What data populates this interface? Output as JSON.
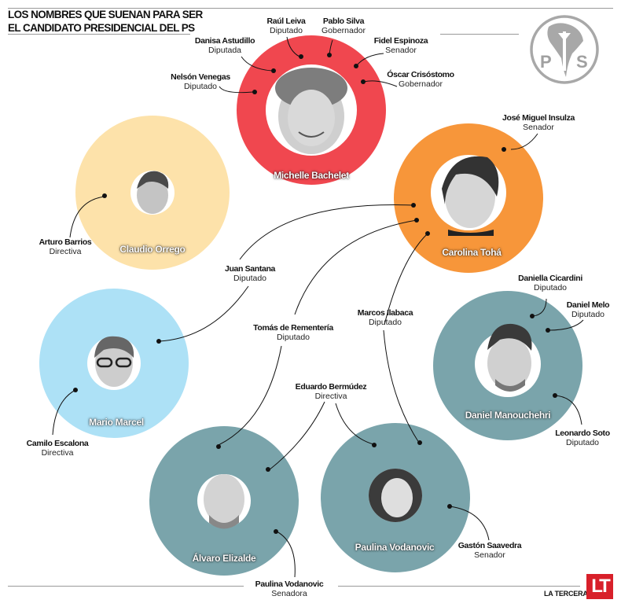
{
  "header": {
    "title_line1": "LOS NOMBRES QUE SUENAN PARA SER",
    "title_line2": "EL CANDIDATO PRESIDENCIAL DEL PS"
  },
  "logo": {
    "party_left": "P",
    "party_right": "S",
    "icon": "ps-party-logo-icon"
  },
  "footer": {
    "brand": "LA TERCERA",
    "brand_mark": "LT",
    "brand_color": "#d8202a"
  },
  "colors": {
    "red": "#f0474f",
    "orange": "#f7963a",
    "beige": "#fde2aa",
    "light_blue": "#ade1f6",
    "teal": "#7aa4ab",
    "rule": "#9a9a9a"
  },
  "candidates": [
    {
      "name": "Michelle Bachelet",
      "color": "#f0474f",
      "supporters": [
        {
          "name": "Raúl Leiva",
          "role": "Diputado"
        },
        {
          "name": "Pablo Silva",
          "role": "Gobernador"
        },
        {
          "name": "Danisa Astudillo",
          "role": "Diputada"
        },
        {
          "name": "Fidel Espinoza",
          "role": "Senador"
        },
        {
          "name": "Nelsón Venegas",
          "role": "Diputado"
        },
        {
          "name": "Óscar Crisóstomo",
          "role": "Gobernador"
        }
      ]
    },
    {
      "name": "Carolina Tohá",
      "color": "#f7963a",
      "supporters": [
        {
          "name": "José Miguel Insulza",
          "role": "Senador"
        },
        {
          "name": "Juan Santana",
          "role": "Diputado"
        },
        {
          "name": "Tomás de Rementería",
          "role": "Diputado"
        },
        {
          "name": "Marcos Ilabaca",
          "role": "Diputado"
        }
      ]
    },
    {
      "name": "Claudio Orrego",
      "color": "#fde2aa",
      "supporters": [
        {
          "name": "Arturo Barrios",
          "role": "Directiva"
        }
      ]
    },
    {
      "name": "Mario Marcel",
      "color": "#ade1f6",
      "supporters": [
        {
          "name": "Camilo Escalona",
          "role": "Directiva"
        }
      ]
    },
    {
      "name": "Daniel Manouchehri",
      "color": "#7aa4ab",
      "supporters": [
        {
          "name": "Daniella Cicardini",
          "role": "Diputado"
        },
        {
          "name": "Daniel Melo",
          "role": "Diputado"
        },
        {
          "name": "Leonardo Soto",
          "role": "Diputado"
        }
      ]
    },
    {
      "name": "Álvaro Elizalde",
      "color": "#7aa4ab",
      "supporters": [
        {
          "name": "Paulina Vodanovic",
          "role": "Senadora"
        }
      ]
    },
    {
      "name": "Paulina Vodanovic",
      "color": "#7aa4ab",
      "supporters": [
        {
          "name": "Eduardo Bermúdez",
          "role": "Directiva"
        },
        {
          "name": "Gastón Saavedra",
          "role": "Senador"
        }
      ]
    }
  ]
}
